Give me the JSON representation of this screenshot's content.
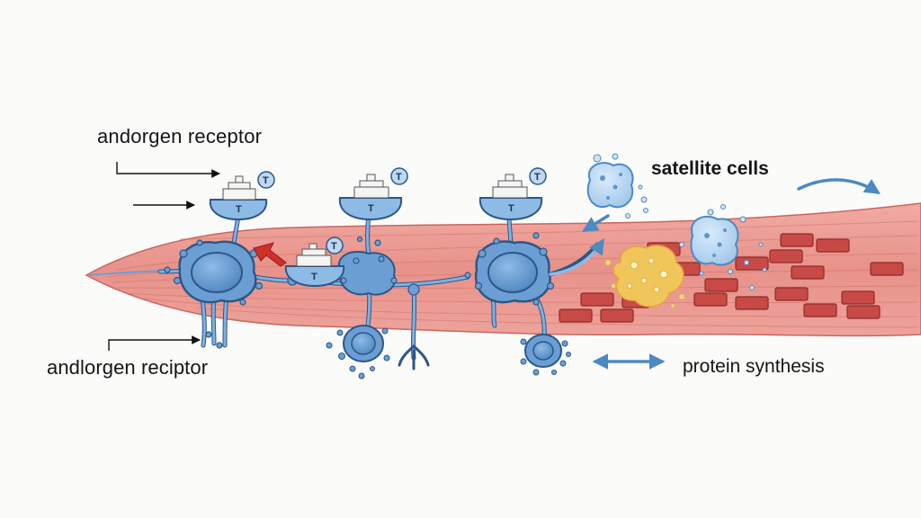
{
  "labels": {
    "androgen_receptor_top": "andorgen  receptor",
    "androgen_receptor_bottom": "andlorgen reciptor",
    "satellite_cells": "satellite cells",
    "protein_synthesis": "protein synthesis"
  },
  "receptor_badge_letter": "T",
  "colors": {
    "muscle_fiber": "#e58e86",
    "muscle_stripe": "#c9665e",
    "cell_fill": "#6b9fd4",
    "cell_stroke": "#2d5786",
    "receptor_fill": "#8dbbe6",
    "badge_fill": "#bcd8f2",
    "protein_block": "#c84a46",
    "yellow_cluster": "#f0c65a",
    "arrow_blue": "#4b8ac2",
    "red_arrow": "#d0302c"
  },
  "icons": [
    "arrow-icon",
    "receptor-icon",
    "cell-icon",
    "satellite-cell-icon",
    "double-arrow-icon"
  ]
}
